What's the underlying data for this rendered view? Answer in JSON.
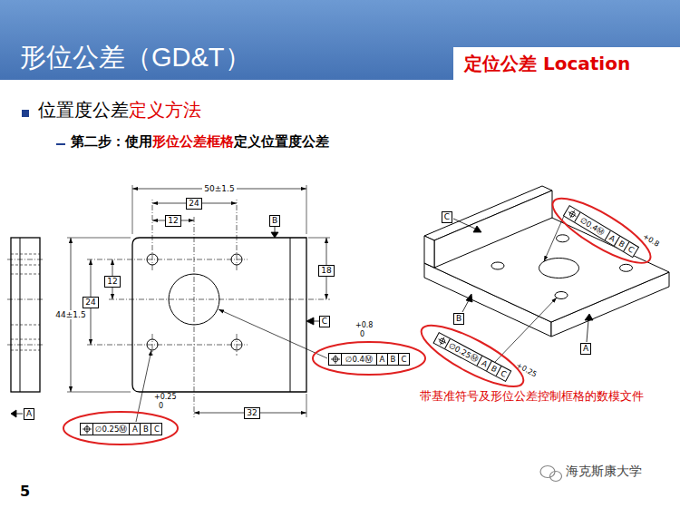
{
  "diagram": {
    "title": "形位公差（GD&T）",
    "caption": "带基准符号及形位公差控制框格的数模文件",
    "nodes": [
      {
        "text": [
          "定位公差 Location"
        ]
      },
      {
        "text": [
          "24"
        ]
      },
      {
        "text": [
          "B"
        ]
      },
      {
        "text": [
          "12"
        ]
      },
      {
        "text": [
          "C"
        ]
      },
      {
        "text": [
          "∅0.4Ⓜ",
          "A",
          "B",
          "C"
        ]
      },
      {
        "text": [
          "18"
        ]
      },
      {
        "text": [
          "12"
        ]
      },
      {
        "text": [
          "24"
        ]
      },
      {
        "text": [
          "C"
        ]
      },
      {
        "text": [
          "B"
        ]
      },
      {
        "text": [
          "∅0.4Ⓜ",
          "A",
          "B",
          "C"
        ]
      },
      {
        "text": [
          "A"
        ]
      },
      {
        "text": [
          "∅0.25Ⓜ",
          "A",
          "B",
          "C"
        ]
      },
      {
        "text": [
          "32"
        ]
      },
      {
        "text": [
          "A"
        ]
      },
      {
        "text": [
          "∅0.25Ⓜ",
          "A",
          "B",
          "C"
        ]
      }
    ],
    "labels": [
      "位置度公差",
      "定义方法",
      "第二步：使用",
      "形位公差框格",
      "定义位置度公差",
      "50±1.5",
      "44±1.5",
      "+0.8",
      "0",
      "+0.25",
      "0",
      "+0.8",
      "+0.25",
      "5",
      "海克斯康大学"
    ]
  }
}
